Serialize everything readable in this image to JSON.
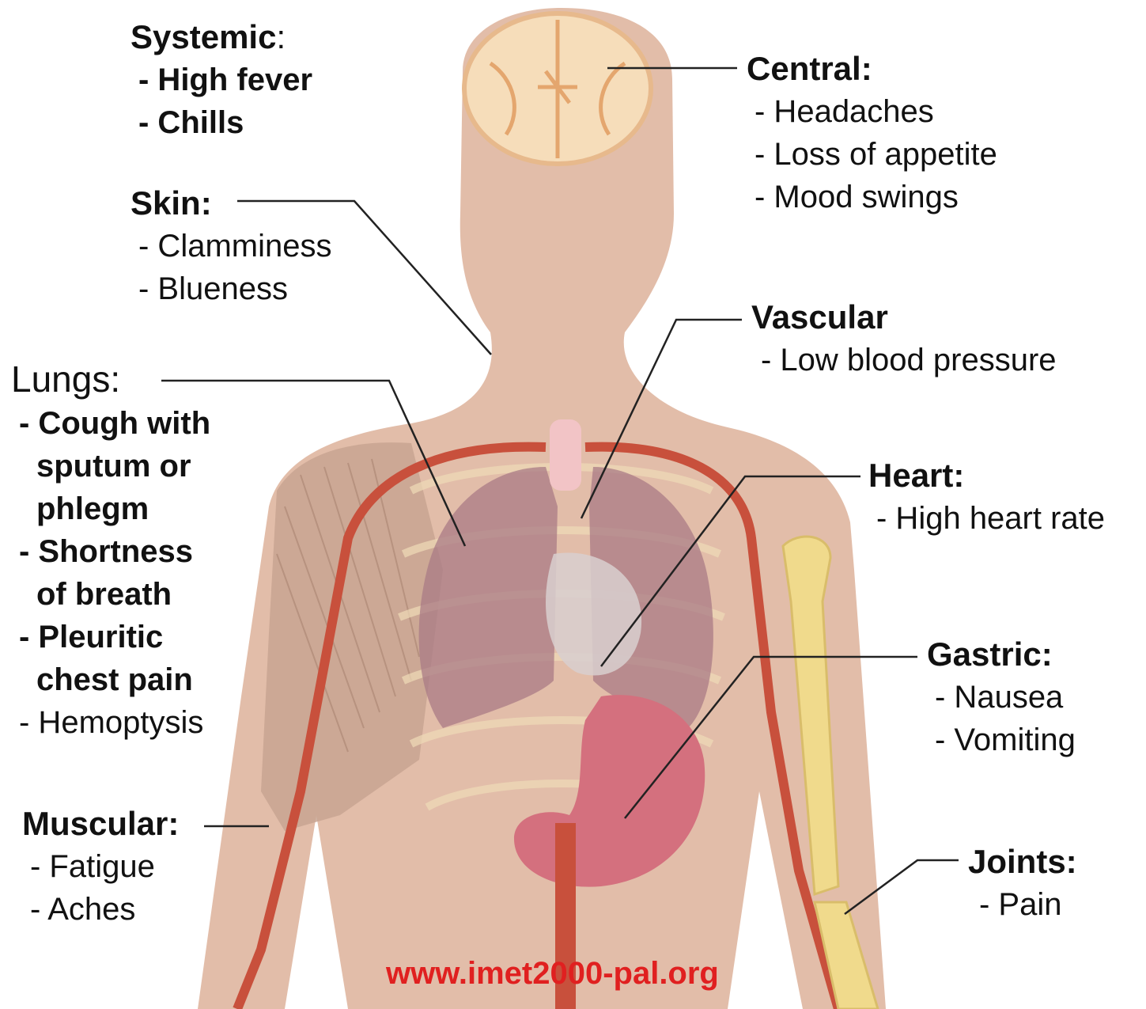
{
  "colors": {
    "skin": "#e2bda9",
    "artery": "#c8503c",
    "lung": "#a97b86",
    "stomach": "#d4707e",
    "bone": "#f0da8c",
    "brain": "#f6ddba",
    "leader_line": "#222222",
    "watermark": "#e02020"
  },
  "groups": {
    "systemic": {
      "title": "Systemic",
      "colon": ":",
      "items": [
        "- High fever",
        "- Chills"
      ]
    },
    "skin": {
      "title": "Skin:",
      "items": [
        "- Clamminess",
        "- Blueness"
      ]
    },
    "lungs": {
      "title": "Lungs",
      "colon": ":",
      "items": [
        "- Cough with",
        "sputum or",
        "phlegm",
        "- Shortness",
        "of breath",
        "- Pleuritic",
        "chest pain",
        "- Hemoptysis"
      ]
    },
    "muscular": {
      "title": "Muscular:",
      "items": [
        "- Fatigue",
        "- Aches"
      ]
    },
    "central": {
      "title": "Central:",
      "items": [
        "- Headaches",
        "- Loss of appetite",
        "- Mood swings"
      ]
    },
    "vascular": {
      "title": "Vascular",
      "items": [
        "- Low blood pressure"
      ]
    },
    "heart": {
      "title": "Heart:",
      "items": [
        "- High heart rate"
      ]
    },
    "gastric": {
      "title": "Gastric:",
      "items": [
        "- Nausea",
        "- Vomiting"
      ]
    },
    "joints": {
      "title": "Joints:",
      "items": [
        "- Pain"
      ]
    }
  },
  "watermark": "www.imet2000-pal.org"
}
